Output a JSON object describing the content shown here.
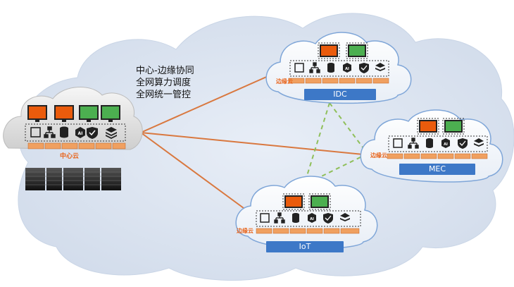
{
  "caption": {
    "line1": "中心-边缘协同",
    "line2": "全网算力调度",
    "line3": "全网统一管控"
  },
  "center_cloud": {
    "name": "中心云"
  },
  "edge_clouds": [
    {
      "id": "idc",
      "label": "IDC",
      "tag": "边缘云"
    },
    {
      "id": "mec",
      "label": "MEC",
      "tag": "边缘云"
    },
    {
      "id": "iot",
      "label": "IoT",
      "tag": "边缘云"
    }
  ],
  "colors": {
    "background_cloud": "#dce6f1",
    "cloud_white": "#f4f7fb",
    "cloud_border": "#7fa6d8",
    "label_bar": "#3d78c7",
    "orange_link": "#d9783f",
    "green_dashed": "#8fbf5a",
    "monitor_orange": "#ea5b0c",
    "monitor_green": "#4caf50",
    "chip_orange": "#f0a060"
  },
  "icons": [
    "cpu-icon",
    "network-tree-icon",
    "database-icon",
    "ai-badge-icon",
    "shield-check-icon",
    "layers-icon",
    "monitor-icon",
    "server-rack-icon"
  ]
}
